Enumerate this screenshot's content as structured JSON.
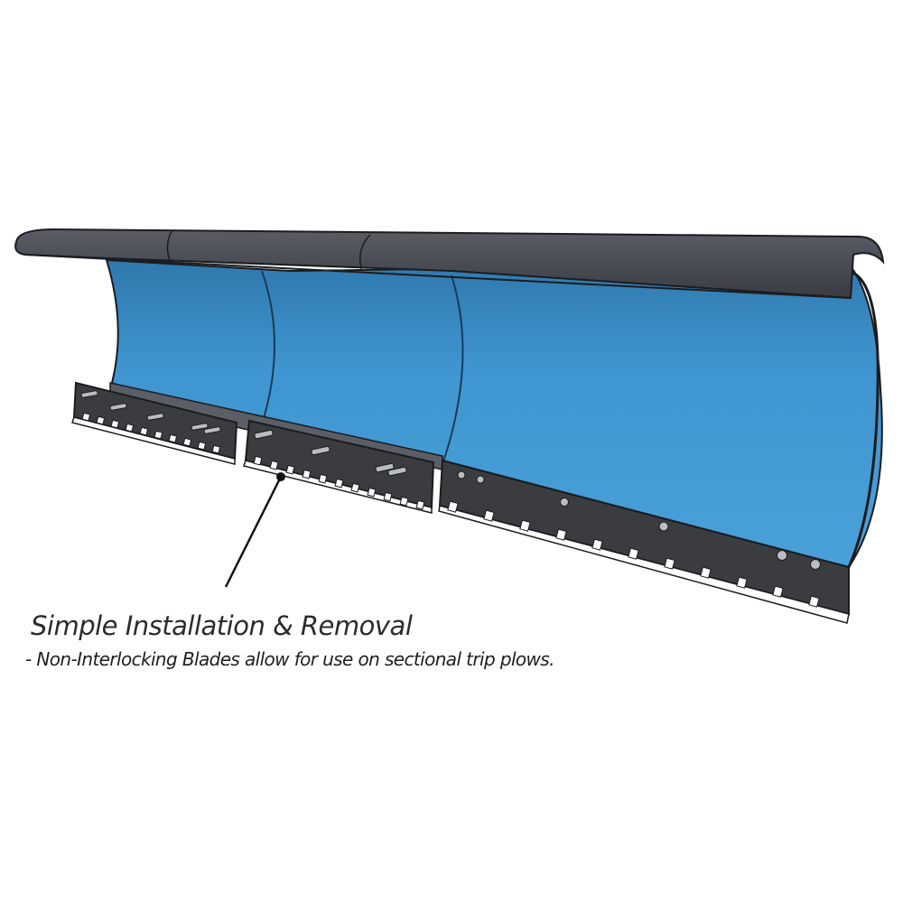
{
  "caption": {
    "title": "Simple Installation & Removal",
    "subtitle": "- Non-Interlocking Blades allow for use on sectional trip plows."
  },
  "illustration": {
    "subject": "sectional snow plow moldboard with non-interlocking cutting edge blades",
    "moldboard_sections": 3,
    "edge_blades": 3,
    "colors": {
      "moldboard_blue": "#3f95cf",
      "moldboard_blue_dark": "#2f7fb6",
      "top_rail": "#4a4d55",
      "top_rail_dark": "#33363c",
      "blade": "#3b3c40",
      "outline": "#1b1c1f",
      "bolt": "#b9bcc0",
      "background": "#ffffff"
    }
  }
}
